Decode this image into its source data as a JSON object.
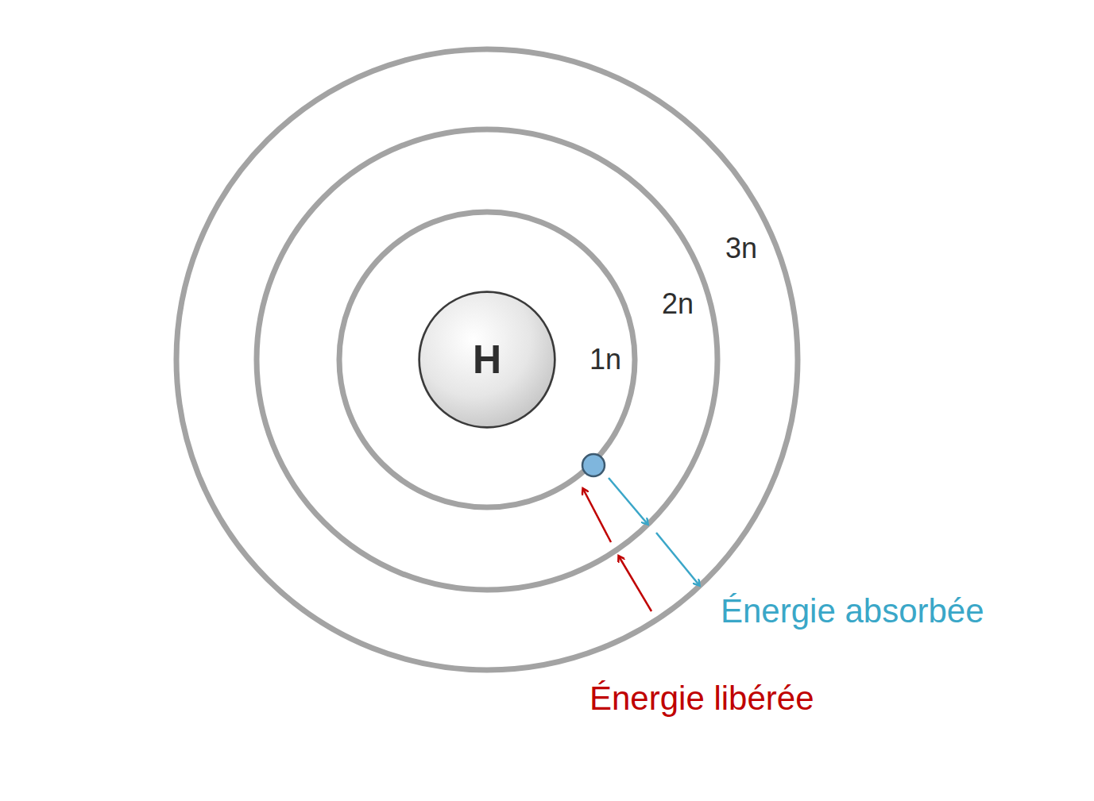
{
  "diagram": {
    "nodes": [
      {
        "text": [
          "H"
        ]
      }
    ],
    "labels": [
      "1n",
      "2n",
      "3n",
      "Énergie absorbée",
      "Énergie libérée"
    ]
  }
}
